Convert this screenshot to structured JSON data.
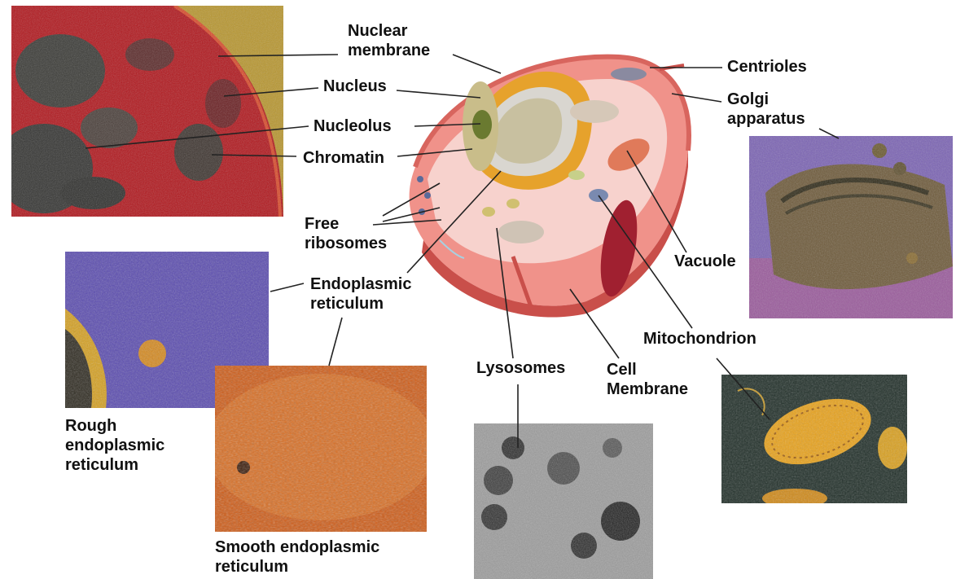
{
  "labels": {
    "nuclear_membrane_1": "Nuclear",
    "nuclear_membrane_2": "membrane",
    "nucleus": "Nucleus",
    "nucleolus": "Nucleolus",
    "chromatin": "Chromatin",
    "centrioles": "Centrioles",
    "golgi_1": "Golgi",
    "golgi_2": "apparatus",
    "free_ribosomes_1": "Free",
    "free_ribosomes_2": "ribosomes",
    "er_1": "Endoplasmic",
    "er_2": "reticulum",
    "vacuole": "Vacuole",
    "mitochondrion": "Mitochondrion",
    "lysosomes": "Lysosomes",
    "cell_membrane_1": "Cell",
    "cell_membrane_2": "Membrane",
    "rough_er_1": "Rough",
    "rough_er_2": "endoplasmic",
    "rough_er_3": "reticulum",
    "smooth_er_1": "Smooth endoplasmic",
    "smooth_er_2": "reticulum"
  },
  "colors": {
    "label_text": "#111111",
    "leader_line": "#222222",
    "cell_membrane": "#e8736a",
    "nucleus_envelope": "#e6a22c",
    "micrograph_red": "#c8151c",
    "micrograph_purple": "#5a4bb0",
    "micrograph_orange": "#d8651a"
  }
}
